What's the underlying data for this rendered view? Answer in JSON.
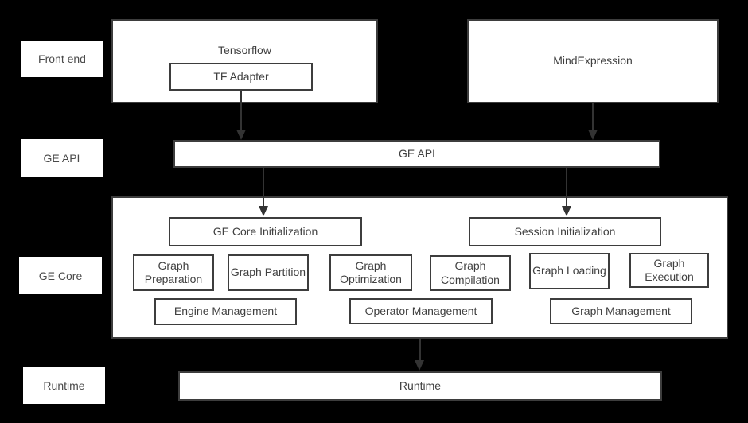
{
  "side_labels": {
    "front_end": "Front end",
    "ge_api": "GE API",
    "ge_core": "GE Core",
    "runtime": "Runtime"
  },
  "front_end": {
    "tensorflow": "Tensorflow",
    "tf_adapter": "TF Adapter",
    "mind_expression": "MindExpression"
  },
  "ge_api": {
    "label": "GE API"
  },
  "ge_core": {
    "ge_core_initialization": "GE Core Initialization",
    "session_initialization": "Session Initialization",
    "graph_preparation": "Graph Preparation",
    "graph_partition": "Graph Partition",
    "graph_optimization": "Graph Optimization",
    "graph_compilation": "Graph Compilation",
    "graph_loading": "Graph Loading",
    "graph_execution": "Graph Execution",
    "engine_management": "Engine Management",
    "operator_management": "Operator Management",
    "graph_management": "Graph Management"
  },
  "runtime": {
    "label": "Runtime"
  },
  "colors": {
    "background": "#000000",
    "box_fill": "#ffffff",
    "box_border": "#3d3d3d",
    "text": "#404040",
    "arrow": "#333333"
  }
}
